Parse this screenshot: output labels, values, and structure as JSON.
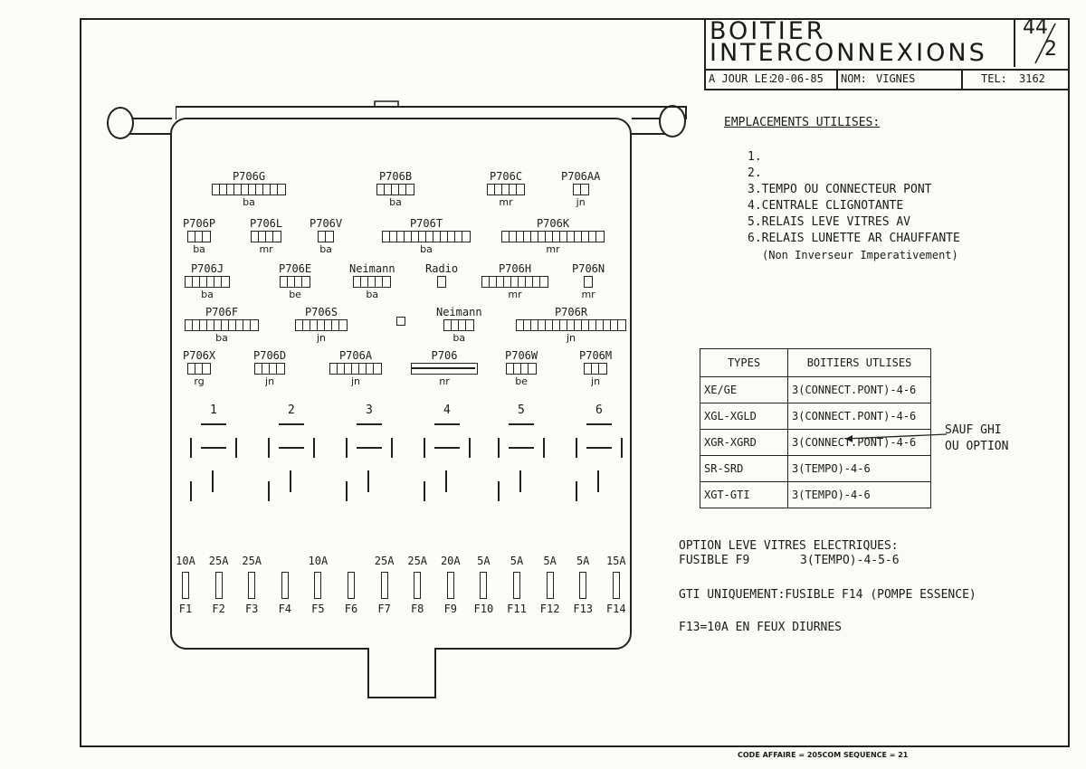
{
  "title_block": {
    "line1": "BOITIER",
    "line2": "INTERCONNEXIONS",
    "sheet_top": "44",
    "sheet_bottom": "2",
    "date_label": "A JOUR LE:",
    "date_value": "20-06-85",
    "name_label": "NOM:",
    "name_value": "VIGNES",
    "tel_label": "TEL:",
    "tel_value": "3162"
  },
  "connectors": [
    {
      "id": "P706G",
      "color": "ba"
    },
    {
      "id": "P706B",
      "color": "ba"
    },
    {
      "id": "P706C",
      "color": "mr"
    },
    {
      "id": "P706AA",
      "color": "jn"
    },
    {
      "id": "P706P",
      "color": "ba"
    },
    {
      "id": "P706L",
      "color": "mr"
    },
    {
      "id": "P706V",
      "color": "ba"
    },
    {
      "id": "P706T",
      "color": "ba"
    },
    {
      "id": "P706K",
      "color": "mr"
    },
    {
      "id": "P706J",
      "color": "ba"
    },
    {
      "id": "P706E",
      "color": "be"
    },
    {
      "id": "Neimann",
      "color": "ba"
    },
    {
      "id": "Radio",
      "color": ""
    },
    {
      "id": "P706H",
      "color": "mr"
    },
    {
      "id": "P706N",
      "color": "mr"
    },
    {
      "id": "P706F",
      "color": "ba"
    },
    {
      "id": "P706S",
      "color": "jn"
    },
    {
      "id": "Neimann",
      "color": "ba"
    },
    {
      "id": "P706R",
      "color": "jn"
    },
    {
      "id": "P706X",
      "color": "rg"
    },
    {
      "id": "P706D",
      "color": "jn"
    },
    {
      "id": "P706A",
      "color": "jn"
    },
    {
      "id": "P706",
      "color": "nr"
    },
    {
      "id": "P706W",
      "color": "be"
    },
    {
      "id": "P706M",
      "color": "jn"
    }
  ],
  "relay_slots": [
    "1",
    "2",
    "3",
    "4",
    "5",
    "6"
  ],
  "fuses": [
    {
      "id": "F1",
      "amp": "10A"
    },
    {
      "id": "F2",
      "amp": "25A"
    },
    {
      "id": "F3",
      "amp": "25A"
    },
    {
      "id": "F4",
      "amp": ""
    },
    {
      "id": "F5",
      "amp": "10A"
    },
    {
      "id": "F6",
      "amp": ""
    },
    {
      "id": "F7",
      "amp": "25A"
    },
    {
      "id": "F8",
      "amp": "25A"
    },
    {
      "id": "F9",
      "amp": "20A"
    },
    {
      "id": "F10",
      "amp": "5A"
    },
    {
      "id": "F11",
      "amp": "5A"
    },
    {
      "id": "F12",
      "amp": "5A"
    },
    {
      "id": "F13",
      "amp": "5A"
    },
    {
      "id": "F14",
      "amp": "15A"
    }
  ],
  "locations": {
    "heading": "EMPLACEMENTS UTILISES:",
    "items": [
      "1.",
      "2.",
      "3.TEMPO OU CONNECTEUR PONT",
      "4.CENTRALE CLIGNOTANTE",
      "5.RELAIS LEVE VITRES AV",
      "6.RELAIS LUNETTE AR CHAUFFANTE"
    ],
    "note": "(Non Inverseur Imperativement)"
  },
  "types_table": {
    "header_type": "TYPES",
    "header_boxes": "BOITIERS UTLISES",
    "rows": [
      {
        "type": "XE/GE",
        "boxes": "3(CONNECT.PONT)-4-6"
      },
      {
        "type": "XGL-XGLD",
        "boxes": "3(CONNECT.PONT)-4-6"
      },
      {
        "type": "XGR-XGRD",
        "boxes": "3(CONNECT.PONT)-4-6"
      },
      {
        "type": "SR-SRD",
        "boxes": "3(TEMPO)-4-6"
      },
      {
        "type": "XGT-GTI",
        "boxes": "3(TEMPO)-4-6"
      }
    ],
    "exception_line1": "SAUF GHI",
    "exception_line2": "OU OPTION"
  },
  "notes": {
    "option_line1": "OPTION LEVE VITRES ELECTRIQUES:",
    "option_fuse": "FUSIBLE F9",
    "option_boxes": "3(TEMPO)-4-5-6",
    "gti": "GTI UNIQUEMENT:FUSIBLE F14 (POMPE ESSENCE)",
    "f13": "F13=10A EN FEUX DIURNES"
  },
  "footer": "CODE AFFAIRE = 205COM SEQUENCE = 21"
}
